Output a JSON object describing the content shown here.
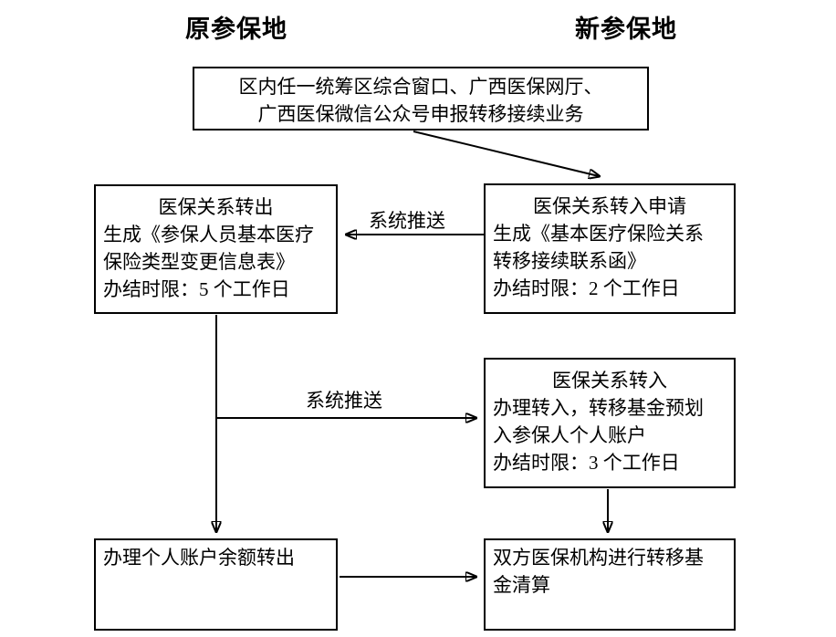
{
  "colors": {
    "ink": "#000000",
    "background": "#ffffff"
  },
  "headers": {
    "origin": "原参保地",
    "destination": "新参保地"
  },
  "boxes": {
    "apply": {
      "lines": [
        "区内任一统筹区综合窗口、广西医保网厅、",
        "广西医保微信公众号申报转移接续业务"
      ]
    },
    "transfer_out": {
      "title": "医保关系转出",
      "lines": [
        "生成《参保人员基本医疗",
        "保险类型变更信息表》",
        "办结时限：5 个工作日"
      ]
    },
    "transfer_in_apply": {
      "title": "医保关系转入申请",
      "lines": [
        "生成《基本医疗保险关系",
        "转移接续联系函》",
        "办结时限：2 个工作日"
      ]
    },
    "transfer_in": {
      "title": "医保关系转入",
      "lines": [
        "办理转入，转移基金预划",
        "入参保人个人账户",
        "办结时限：3 个工作日"
      ]
    },
    "balance_out": {
      "lines": [
        "办理个人账户余额转出"
      ]
    },
    "fund_settle": {
      "lines": [
        "双方医保机构进行转移基",
        "金清算"
      ]
    }
  },
  "arrow_labels": {
    "system_push_to_out": "系统推送",
    "system_push_to_in": "系统推送"
  }
}
